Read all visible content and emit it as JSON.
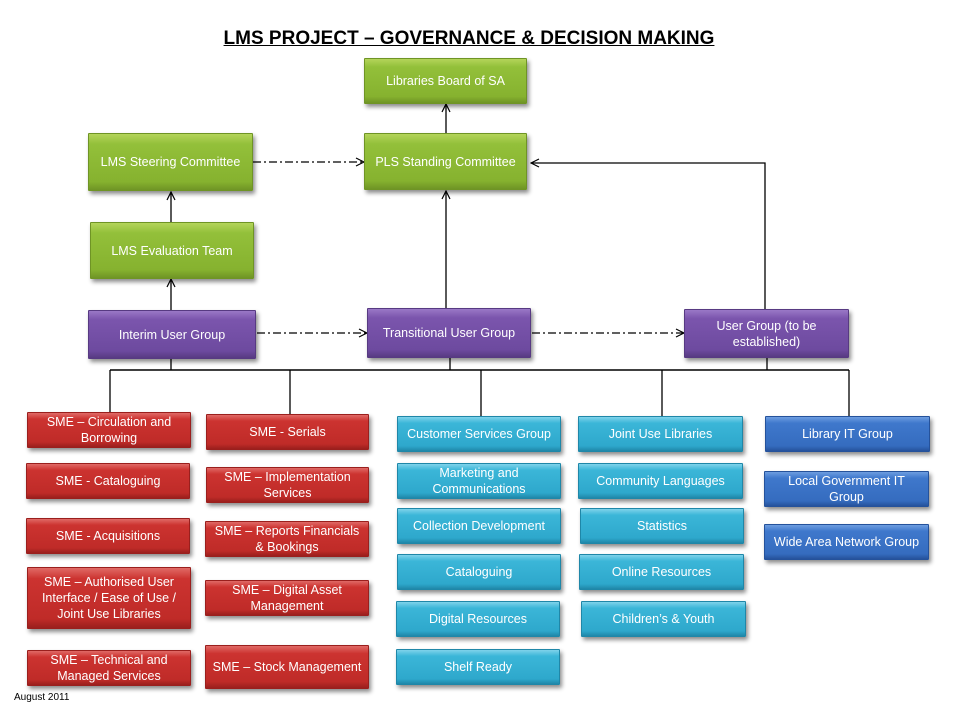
{
  "title": "LMS PROJECT – GOVERNANCE & DECISION MAKING",
  "footer": "August 2011",
  "colors": {
    "governance": "#8DBB35",
    "user_groups": "#7552A8",
    "sme": "#C52F2C",
    "services": "#34AED2",
    "it": "#3A72C6"
  },
  "governance": {
    "libraries_board": "Libraries Board of SA",
    "pls_standing": "PLS Standing Committee",
    "lms_steering": "LMS Steering Committee",
    "lms_evaluation": "LMS Evaluation Team"
  },
  "user_groups": {
    "interim": "Interim User Group",
    "transitional": "Transitional User Group",
    "future": "User Group (to be established)"
  },
  "sme_col1": [
    "SME – Circulation and Borrowing",
    "SME - Cataloguing",
    "SME - Acquisitions",
    "SME – Authorised User Interface / Ease of Use / Joint Use Libraries",
    "SME – Technical and Managed Services"
  ],
  "sme_col2": [
    "SME - Serials",
    "SME – Implementation Services",
    "SME – Reports Financials & Bookings",
    "SME – Digital Asset Management",
    "SME – Stock Management"
  ],
  "services_col1": [
    "Customer Services Group",
    "Marketing and Communications",
    "Collection Development",
    "Cataloguing",
    "Digital Resources",
    "Shelf Ready"
  ],
  "services_col2": [
    "Joint Use Libraries",
    "Community Languages",
    "Statistics",
    "Online Resources",
    "Children’s & Youth"
  ],
  "it_col": [
    "Library IT Group",
    "Local Government IT Group",
    "Wide Area Network Group"
  ]
}
